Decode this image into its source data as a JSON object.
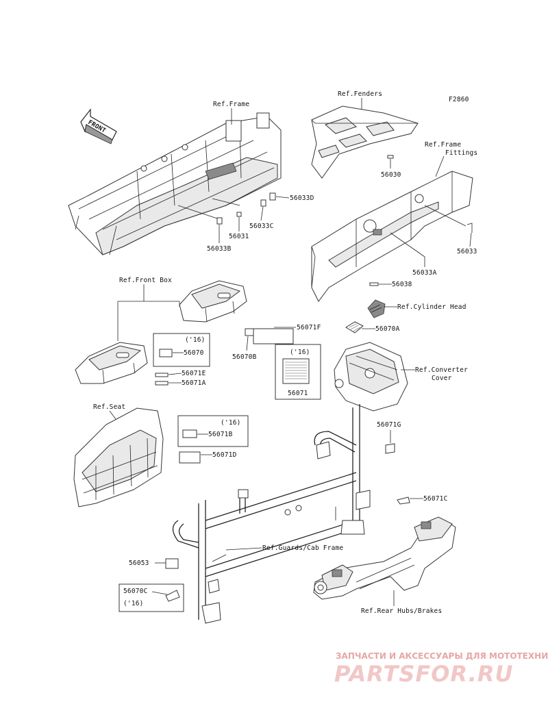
{
  "figure_code": "F2860",
  "front_label": "FRONT",
  "refs": {
    "frame": "Ref.Frame",
    "fenders": "Ref.Fenders",
    "frame_fittings_1": "Ref.Frame",
    "frame_fittings_2": "Fittings",
    "front_box": "Ref.Front Box",
    "cylinder_head": "Ref.Cylinder Head",
    "converter_1": "Ref.Converter",
    "converter_2": "Cover",
    "seat": "Ref.Seat",
    "guards": "Ref.Guards/Cab Frame",
    "rear_hubs": "Ref.Rear Hubs/Brakes"
  },
  "parts": {
    "p56033D": "56033D",
    "p56031": "56031",
    "p56033C": "56033C",
    "p56033B": "56033B",
    "p56030": "56030",
    "p56033": "56033",
    "p56033A": "56033A",
    "p56038": "56038",
    "p56070A": "56070A",
    "p56071F": "56071F",
    "p56070B": "56070B",
    "p56070": "56070",
    "p56071E": "56071E",
    "p56071A": "56071A",
    "p56071": "56071",
    "p56071B": "56071B",
    "p56071D": "56071D",
    "p56071G": "56071G",
    "p56071C": "56071C",
    "p56053": "56053",
    "p56070C": "56070C"
  },
  "year_notes": {
    "n1": "('16)",
    "n2": "('16)",
    "n3": "('16)",
    "n4": "('16)"
  },
  "watermark": {
    "line1": "ЗАПЧАСТИ И АКСЕССУАРЫ ДЛЯ МОТОТЕХНИКИ",
    "line2": "PARTSFOR.RU"
  },
  "colors": {
    "ink": "#111111",
    "watermark_small": "#e7a6a6",
    "watermark_large": "#f1c7c7"
  }
}
